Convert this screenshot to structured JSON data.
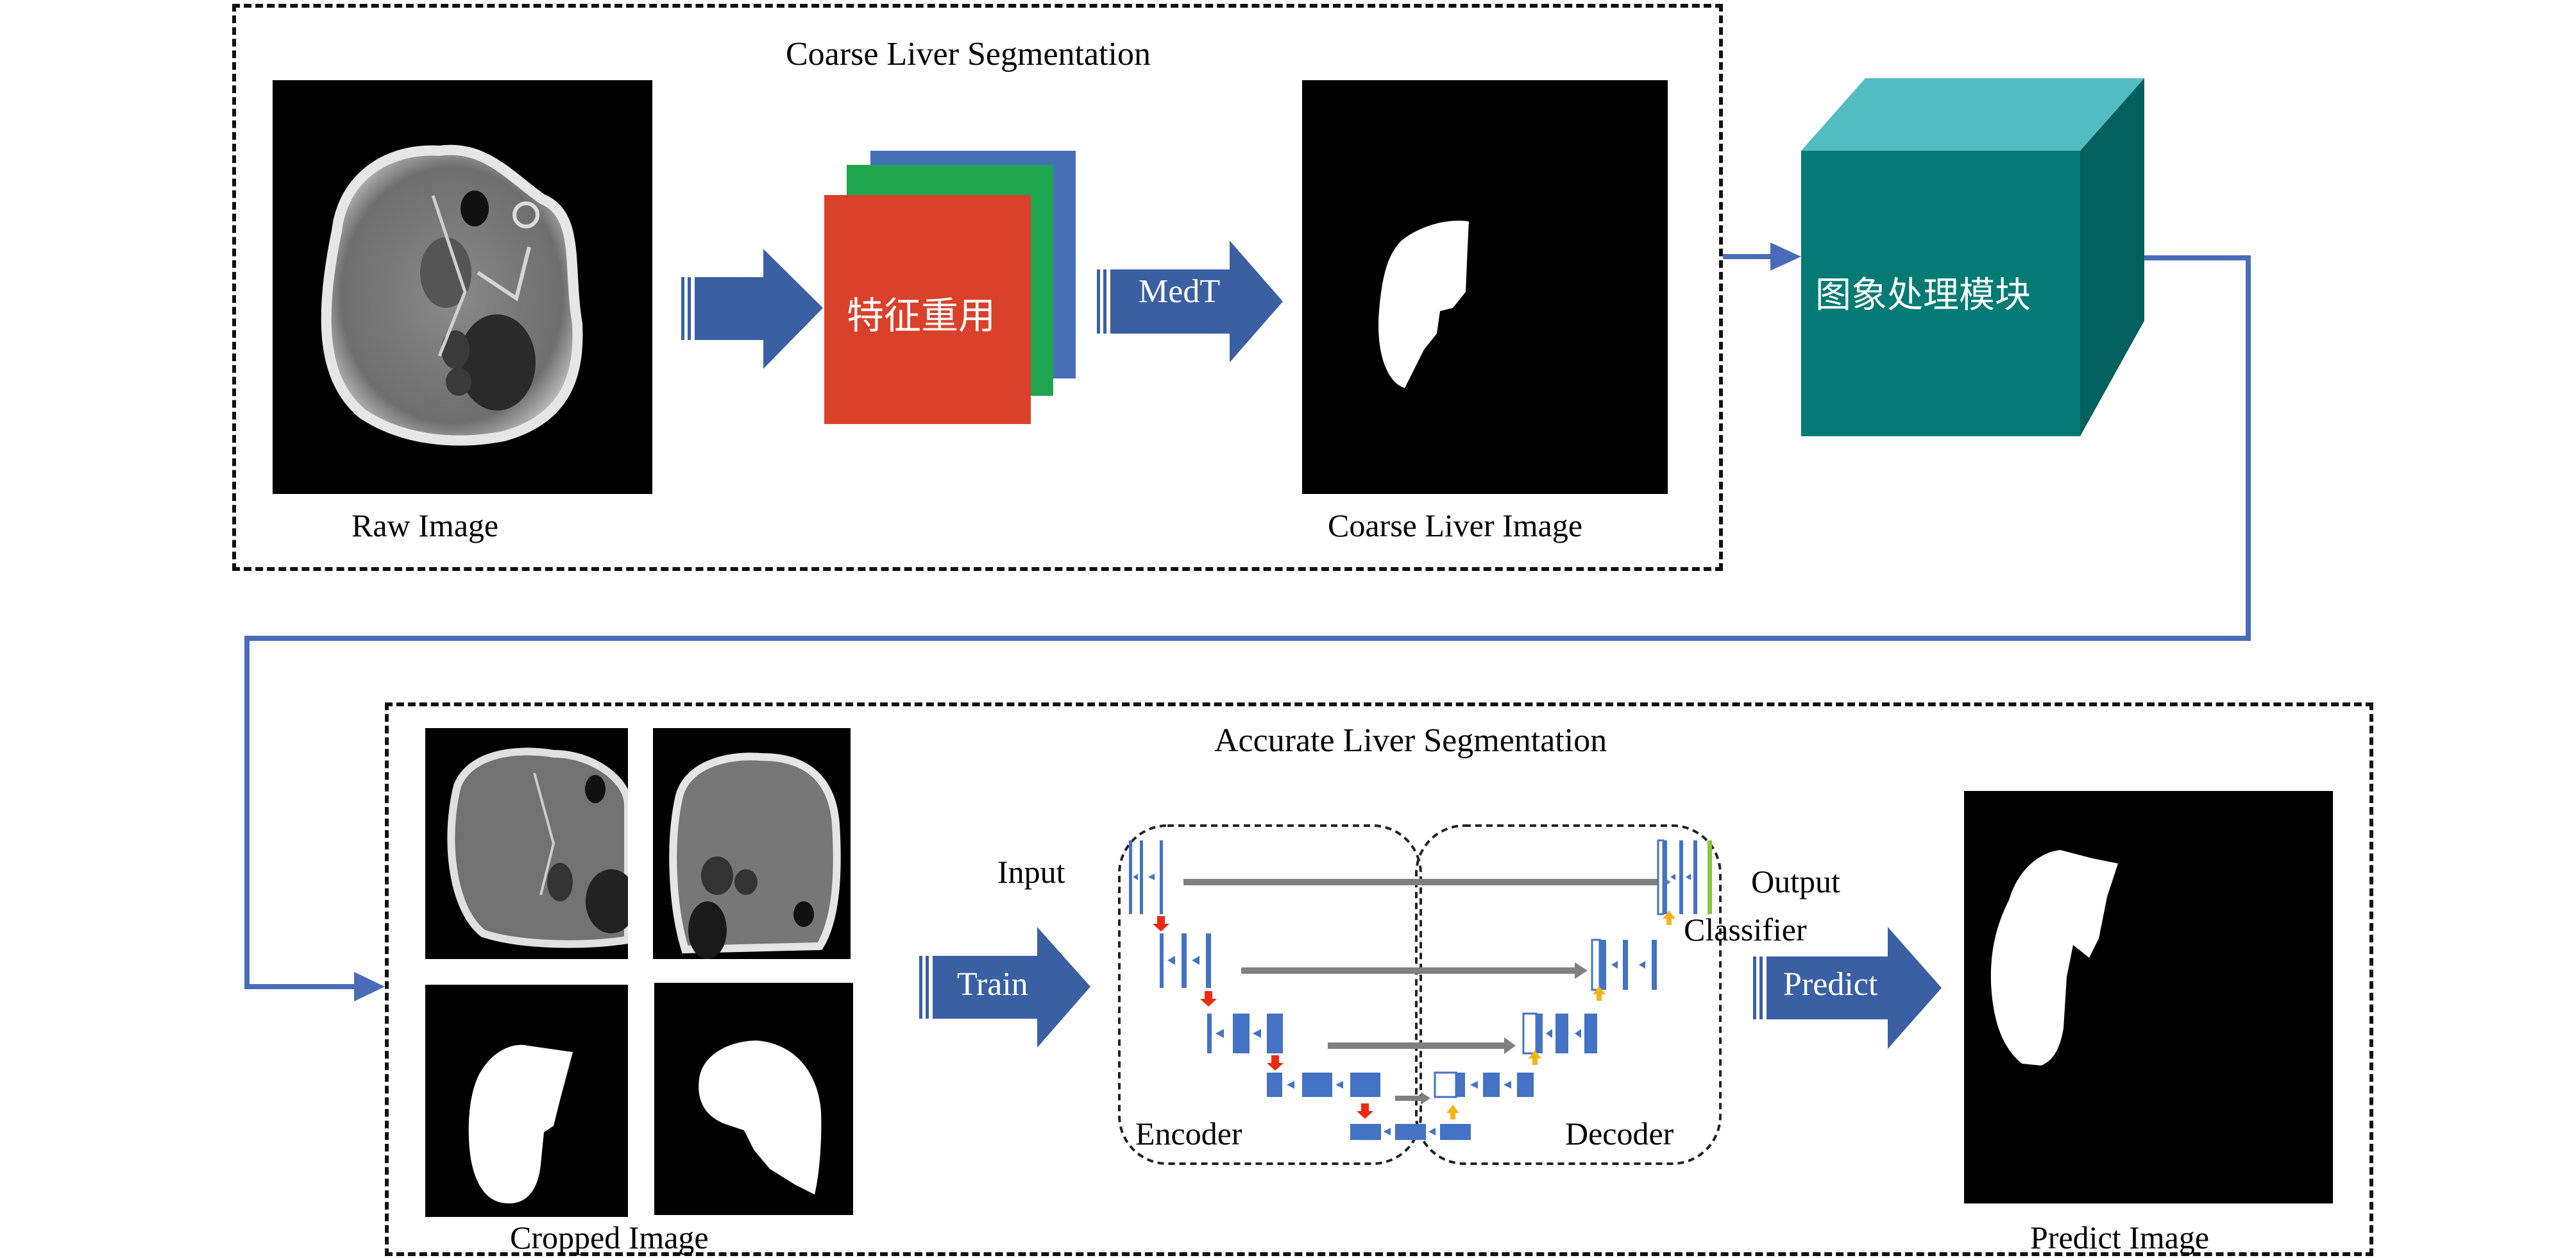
{
  "coarse_section": {
    "title": "Coarse Liver Segmentation",
    "raw_image_label": "Raw Image",
    "feature_reuse_label": "特征重用",
    "medt_label": "MedT",
    "coarse_image_label": "Coarse Liver Image"
  },
  "processing_module": {
    "label": "图象处理模块"
  },
  "accurate_section": {
    "title": "Accurate Liver Segmentation",
    "cropped_image_label": "Cropped Image",
    "train_label": "Train",
    "input_label": "Input",
    "output_label": "Output",
    "classifier_label": "Classifier",
    "encoder_label": "Encoder",
    "decoder_label": "Decoder",
    "predict_label": "Predict",
    "predict_image_label": "Predict Image"
  },
  "colors": {
    "arrow_blue": "#3a5fa3",
    "connector_blue": "#4a6cb8",
    "layer_red": "#d9412a",
    "layer_green": "#1fa54f",
    "layer_blue": "#4470b8",
    "cube_front": "#037a74",
    "cube_top": "#52bcc3",
    "cube_side": "#02615e",
    "unet_block": "#4472c4",
    "skip_gray": "#808080",
    "down_red": "#ee2a10",
    "up_yellow": "#f5b31c",
    "classifier_green": "#8cc63f"
  }
}
